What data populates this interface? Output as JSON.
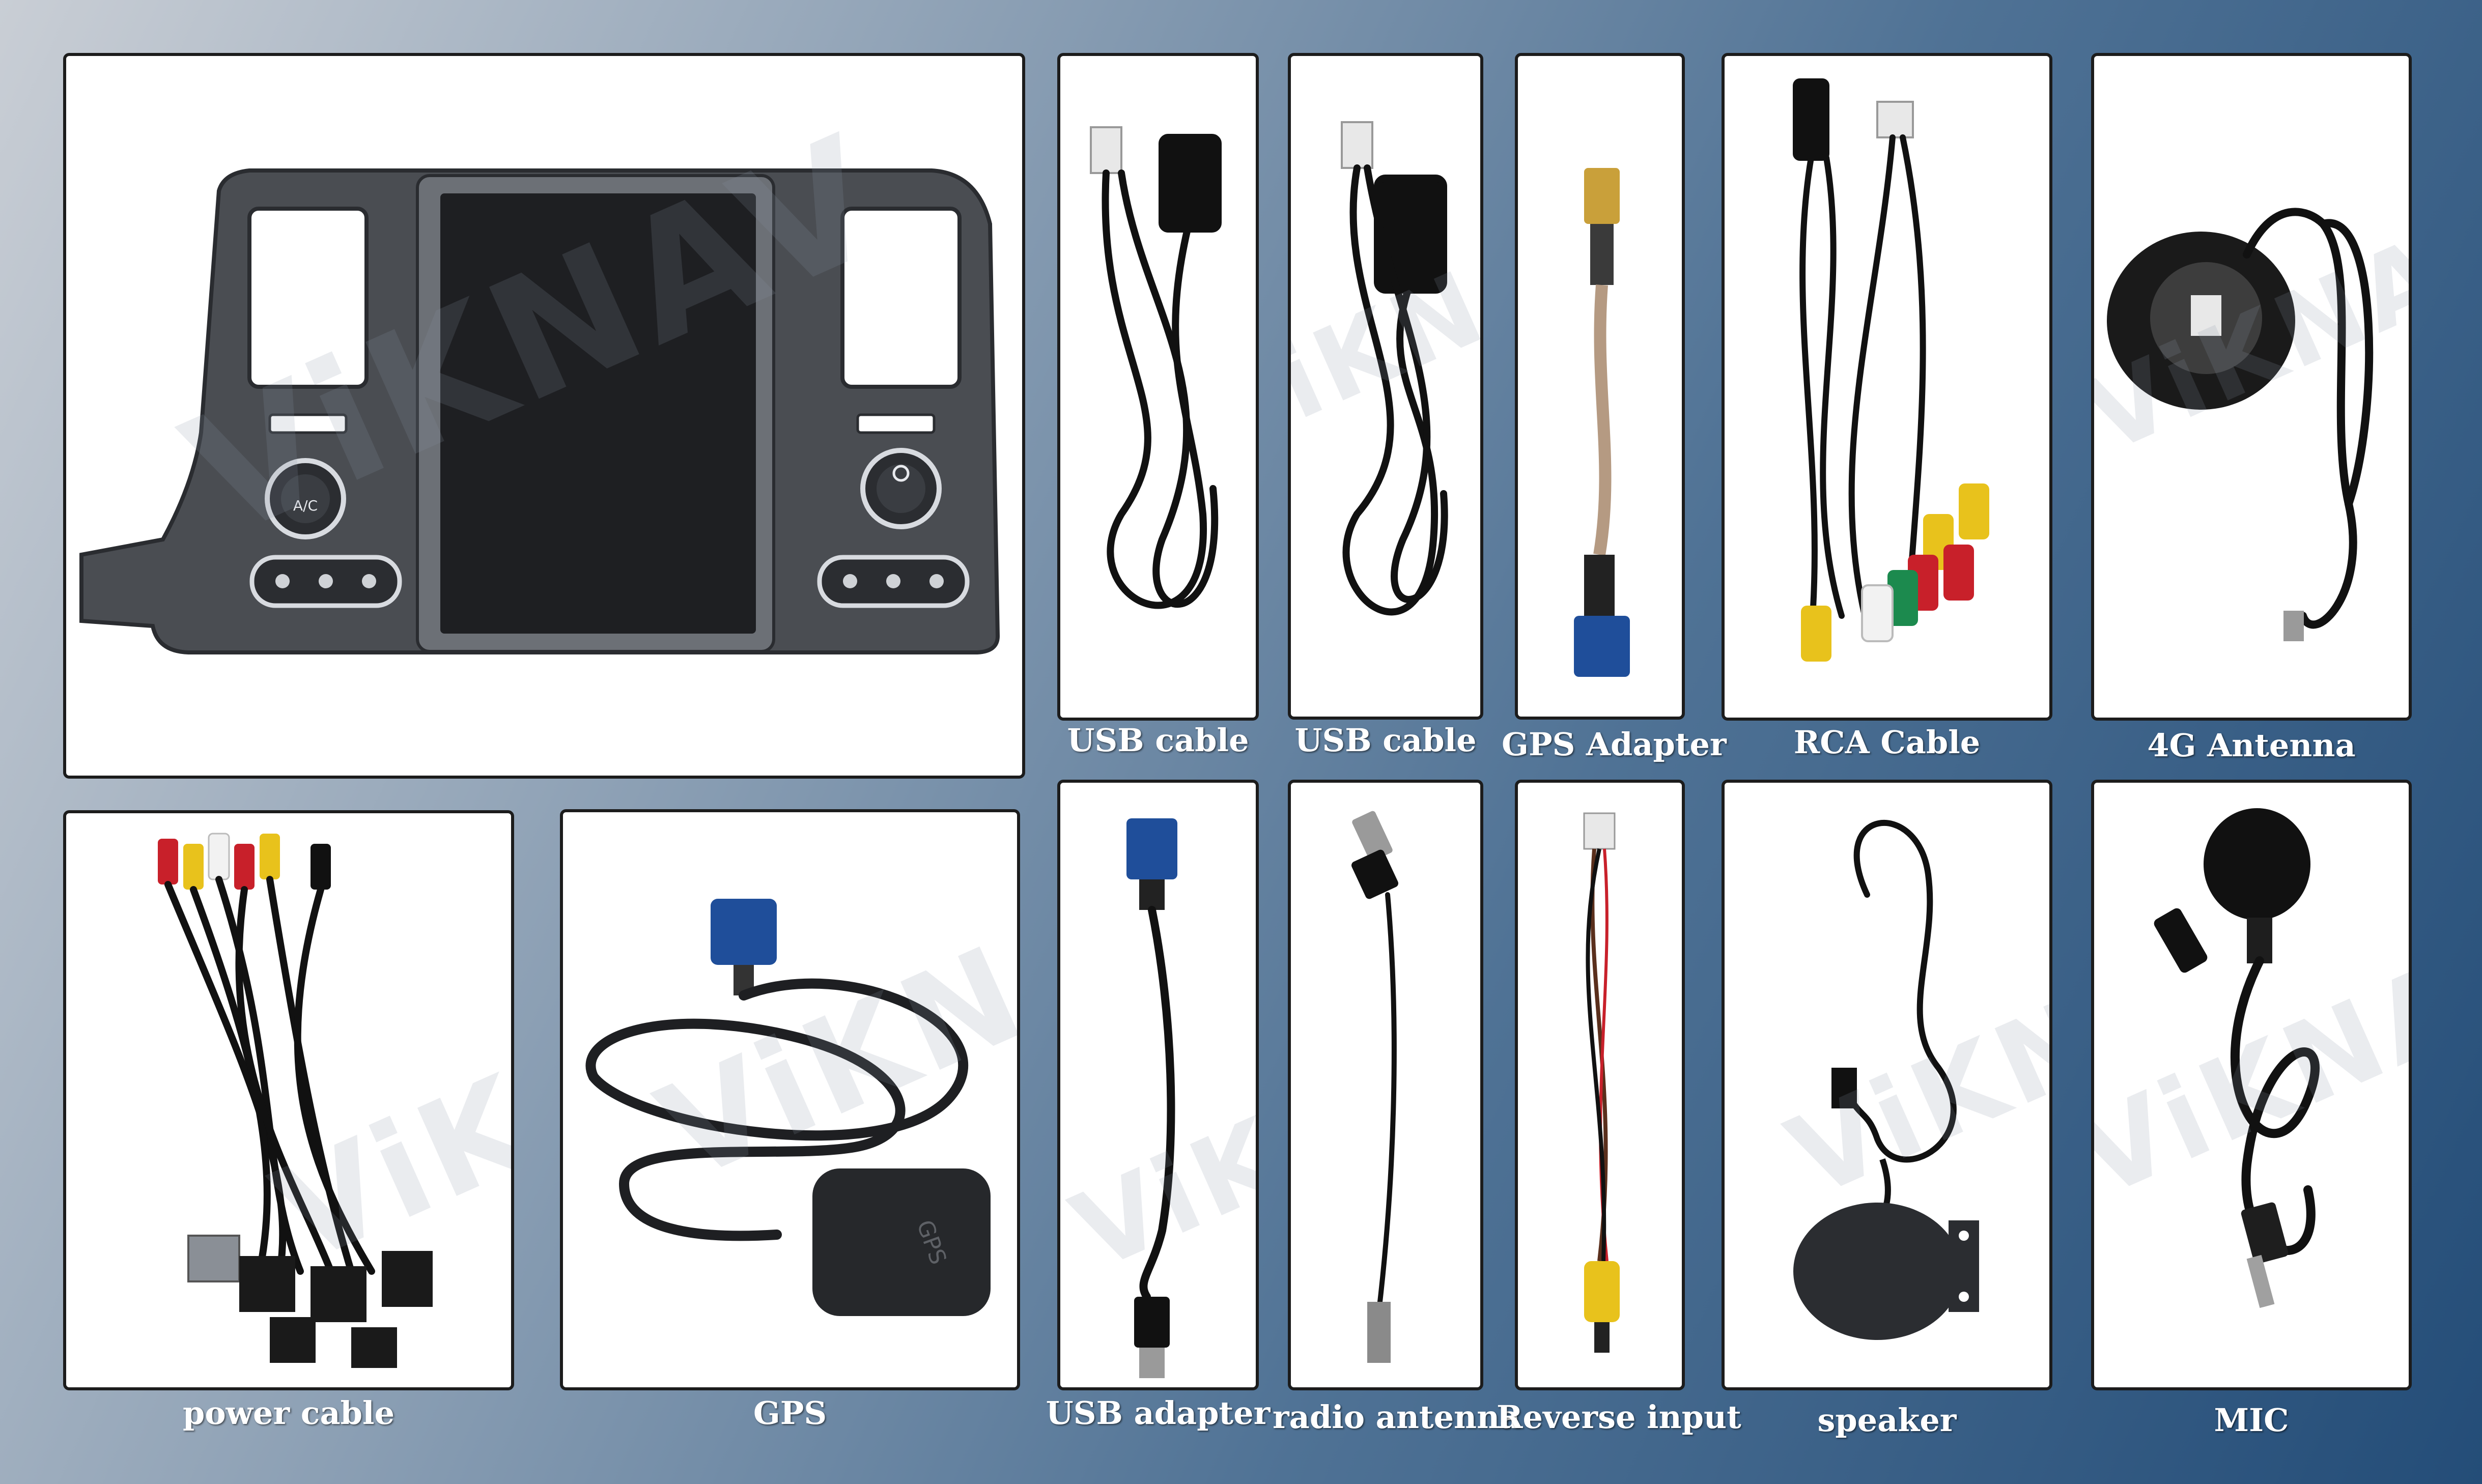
{
  "watermark": "ViKNAV",
  "head_unit": {
    "ac_button": "A/C"
  },
  "items": [
    {
      "id": "usb-cable-1",
      "label": "USB cable"
    },
    {
      "id": "usb-cable-2",
      "label": "USB cable"
    },
    {
      "id": "gps-adapter",
      "label": "GPS Adapter"
    },
    {
      "id": "rca-cable",
      "label": "RCA Cable"
    },
    {
      "id": "antenna-4g",
      "label": "4G Antenna"
    },
    {
      "id": "power-cable",
      "label": "power cable"
    },
    {
      "id": "gps",
      "label": "GPS",
      "module_text": "GPS"
    },
    {
      "id": "usb-adapter",
      "label": "USB adapter"
    },
    {
      "id": "radio-antenna",
      "label": "radio antenna"
    },
    {
      "id": "reverse-input",
      "label": "Reverse input"
    },
    {
      "id": "speaker",
      "label": "speaker"
    },
    {
      "id": "mic",
      "label": "MIC"
    }
  ],
  "colors": {
    "background_light": "#c9ced5",
    "background_dark": "#244d78",
    "card": "#ffffff",
    "card_border": "#1c1c1c",
    "label_text": "#ffffff",
    "cable": "#111111",
    "connector_blue": "#1f4e9a",
    "rca_red": "#c8202a",
    "rca_yellow": "#e8c21c",
    "rca_green": "#1c8a4e"
  }
}
